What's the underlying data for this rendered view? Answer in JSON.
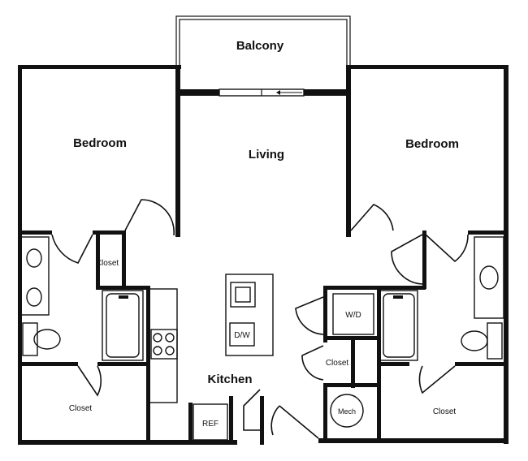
{
  "rooms": {
    "balcony": "Balcony",
    "living": "Living",
    "bedroom_left": "Bedroom",
    "bedroom_right": "Bedroom",
    "kitchen": "Kitchen"
  },
  "fixtures": {
    "closet_left_small": "Closet",
    "closet_left_bottom": "Closet",
    "closet_center": "Closet",
    "closet_right_bottom": "Closet",
    "washer_dryer": "W/D",
    "dishwasher": "D/W",
    "refrigerator": "REF",
    "mechanical": "Mech"
  }
}
